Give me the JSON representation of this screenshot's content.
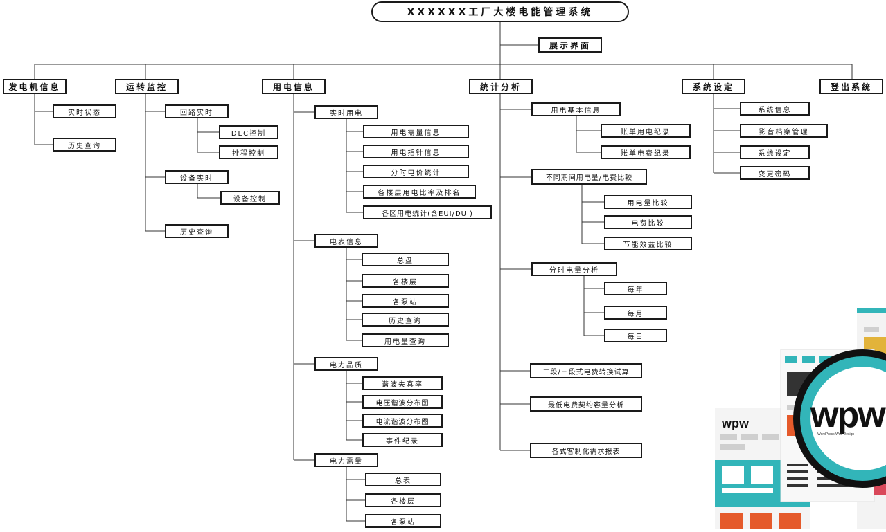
{
  "title": "XXXXXX工厂大楼电能管理系统",
  "display": "展示界面",
  "generator": {
    "label": "发电机信息",
    "children": [
      "实时状态",
      "历史查询"
    ]
  },
  "operation": {
    "label": "运转监控",
    "loop": {
      "label": "回路实时",
      "children": [
        "DLC控制",
        "排程控制"
      ]
    },
    "device": {
      "label": "设备实时",
      "children": [
        "设备控制"
      ]
    },
    "history": "历史查询"
  },
  "power": {
    "label": "用电信息",
    "realtime": {
      "label": "实时用电",
      "children": [
        "用电需量信息",
        "用电指针信息",
        "分时电价统计",
        "各楼层用电比率及排名",
        "各区用电统计(含EUI/DUI)"
      ]
    },
    "meter": {
      "label": "电表信息",
      "children": [
        "总盘",
        "各楼层",
        "各泵站",
        "历史查询",
        "用电量查询"
      ]
    },
    "quality": {
      "label": "电力品质",
      "children": [
        "谐波失真率",
        "电压谐波分布图",
        "电流谐波分布图",
        "事件纪录"
      ]
    },
    "demand": {
      "label": "电力需量",
      "children": [
        "总表",
        "各楼层",
        "各泵站"
      ]
    }
  },
  "stats": {
    "label": "统计分析",
    "basic": {
      "label": "用电基本信息",
      "children": [
        "账单用电纪录",
        "账单电费纪录"
      ]
    },
    "compare": {
      "label": "不同期间用电量/电费比较",
      "children": [
        "用电量比较",
        "电费比较",
        "节能效益比较"
      ]
    },
    "tou": {
      "label": "分时电量分析",
      "children": [
        "每年",
        "每月",
        "每日"
      ]
    },
    "calc": "二段/三段式电费转换试算",
    "minfee": "最低电费契约容量分析",
    "report": "各式客制化需求报表"
  },
  "settings": {
    "label": "系统设定",
    "children": [
      "系统信息",
      "影音档案管理",
      "系统设定",
      "变更密码"
    ]
  },
  "logout": "登出系统",
  "logo": {
    "text": "wpw",
    "tagline": "WordPress Web Design"
  },
  "colors": {
    "teal": "#32b5b9",
    "orange": "#e55a2b",
    "yellow": "#e2b33a",
    "pink": "#d9485a",
    "gray": "#cfcfcf",
    "dark": "#333333",
    "border": "#1a1a1a"
  }
}
